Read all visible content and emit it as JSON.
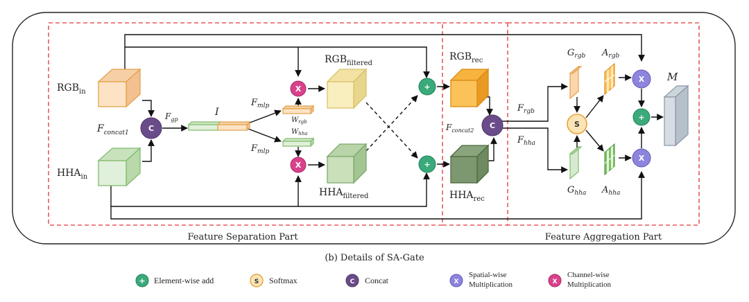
{
  "parts": {
    "separation": "Feature Separation Part",
    "aggregation": "Feature Aggregation Part"
  },
  "caption": "(b) Details of SA-Gate",
  "nodes": {
    "rgb_in": {
      "base": "RGB",
      "sub": "in"
    },
    "hha_in": {
      "base": "HHA",
      "sub": "in"
    },
    "concat1": {
      "base": "F",
      "sub": "concat1"
    },
    "gp": {
      "base": "F",
      "sub": "gp"
    },
    "i_label": "I",
    "mlp_top": {
      "base": "F",
      "sub": "mlp"
    },
    "mlp_bot": {
      "base": "F",
      "sub": "mlp"
    },
    "w_rgb": {
      "base": "W",
      "sub": "rgb"
    },
    "w_hha": {
      "base": "W",
      "sub": "hha"
    },
    "rgb_filtered": {
      "base": "RGB",
      "sub": "filtered"
    },
    "hha_filtered": {
      "base": "HHA",
      "sub": "filtered"
    },
    "rgb_rec": {
      "base": "RGB",
      "sub": "rec"
    },
    "hha_rec": {
      "base": "HHA",
      "sub": "rec"
    },
    "concat2": {
      "base": "F",
      "sub": "concat2"
    },
    "f_rgb": {
      "base": "F",
      "sub": "rgb"
    },
    "f_hha": {
      "base": "F",
      "sub": "hha"
    },
    "g_rgb": {
      "base": "G",
      "sub": "rgb"
    },
    "g_hha": {
      "base": "G",
      "sub": "hha"
    },
    "a_rgb": {
      "base": "A",
      "sub": "rgb"
    },
    "a_hha": {
      "base": "A",
      "sub": "hha"
    },
    "m_label": "M"
  },
  "symbols": {
    "add": "+",
    "concat": "C",
    "softmax": "S",
    "multiply": "X"
  },
  "legend": {
    "add": "Element-wise add",
    "softmax": "Softmax",
    "concat": "Concat",
    "spatial_line1": "Spatial-wise",
    "spatial_line2": "Multiplication",
    "channel_line1": "Channel-wise",
    "channel_line2": "Multiplication"
  },
  "colors": {
    "add": "#3aaa7a",
    "concat": "#6b4c8a",
    "softmax": "#fbe5b6",
    "spatial": "#8c84dd",
    "channel": "#d9418c",
    "dash": "#e85a5a",
    "rgb": "#fbe0b8",
    "hha": "#d6ead0"
  }
}
